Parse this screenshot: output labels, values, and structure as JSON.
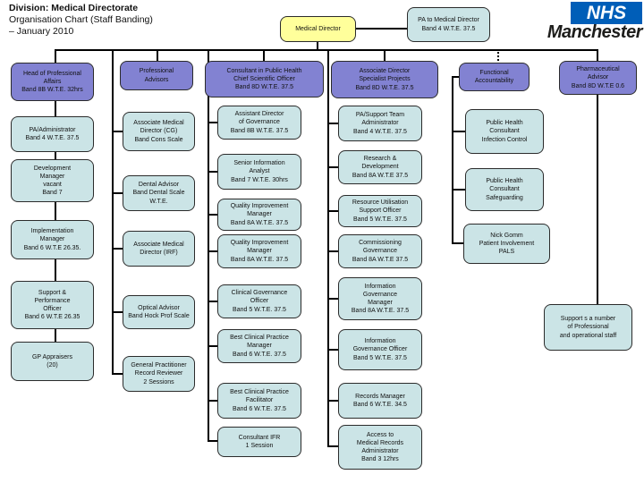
{
  "title": {
    "line1": "Division: Medical Directorate",
    "line2": "Organisation Chart (Staff Banding)",
    "line3": "– January  2010"
  },
  "brand": {
    "nhs": "NHS",
    "org": "Manchester"
  },
  "top": {
    "medical_director": "Medical Director",
    "pa_to_director": "PA to Medical Director\nBand 4 W.T.E. 37.5"
  },
  "colors": {
    "purple": "#8282d2",
    "teal": "#cbe4e6",
    "yellow": "#ffff9b",
    "nhs_blue": "#005eb8"
  },
  "columns": [
    {
      "header": "Head of Professional\nAffairs\nBand 8B W.T.E. 32hrs",
      "children": [
        "PA/Administrator\nBand 4 W.T.E. 37.5",
        "Development\nManager\nvacant\nBand 7",
        "Implementation\nManager\nBand 6 W.T.E 26.35.",
        "Support &\nPerformance\nOfficer\nBand 6 W.T.E 26.35",
        "GP Appraisers\n(20)"
      ]
    },
    {
      "header": "Professional\nAdvisors",
      "children": [
        "Associate Medical\nDirector (CG)\nBand Cons Scale",
        "Dental Advisor\nBand Dental Scale\nW.T.E.",
        "Associate Medical\nDirector (IRF)",
        "Optical Advisor\nBand Hock Prof Scale",
        "General Practitioner\nRecord Reviewer\n2 Sessions"
      ]
    },
    {
      "header": "Consultant in Public Health\nChief Scientific Officer\nBand 8D W.T.E. 37.5",
      "children": [
        "Assistant Director\nof Governance\nBand 8B W.T.E. 37.5",
        "Senior Information\nAnalyst\nBand 7 W.T.E. 30hrs",
        "Quality Improvement\nManager\nBand 8A W.T.E. 37.5",
        "Quality Improvement\nManager\nBand 8A W.T.E. 37.5",
        "Clinical Governance\nOfficer\nBand 5 W.T.E. 37.5",
        "Best Clinical Practice\nManager\nBand 6 W.T.E. 37.5",
        "Best Clinical Practice\nFacilitator\nBand 6 W.T.E. 37.5",
        "Consultant IFR\n1 Session"
      ]
    },
    {
      "header": "Associate Director\nSpecialist Projects\nBand 8D W.T.E. 37.5",
      "children": [
        "PA/Support Team\nAdministrator\nBand 4 W.T.E. 37.5",
        "Research &\nDevelopment\nBand 8A W.T.E 37.5",
        "Resource Utilisation\nSupport Officer\nBand 5 W.T.E. 37.5",
        "Commissioning\nGovernance\nBand 8A W.T.E 37.5",
        "Information\nGovernance\nManager\nBand 8A W.T.E. 37.5",
        "Information\nGovernance Officer\nBand 5 W.T.E. 37.5",
        "Records Manager\nBand 6 W.T.E. 34.5",
        "Access to\nMedical Records\nAdministrator\nBand 3 12hrs"
      ]
    },
    {
      "header": "Functional\nAccountability",
      "children": [
        "Public Health\nConsultant\nInfection Control",
        "Public Health\nConsultant\nSafeguarding",
        "Nick Gomm\nPatient Involvement\nPALS"
      ]
    },
    {
      "header": "Pharmaceutical\nAdvisor\nBand 8D W.T.E 0.6",
      "children": [
        "Support s a number\nof Professional\nand operational staff"
      ]
    }
  ]
}
